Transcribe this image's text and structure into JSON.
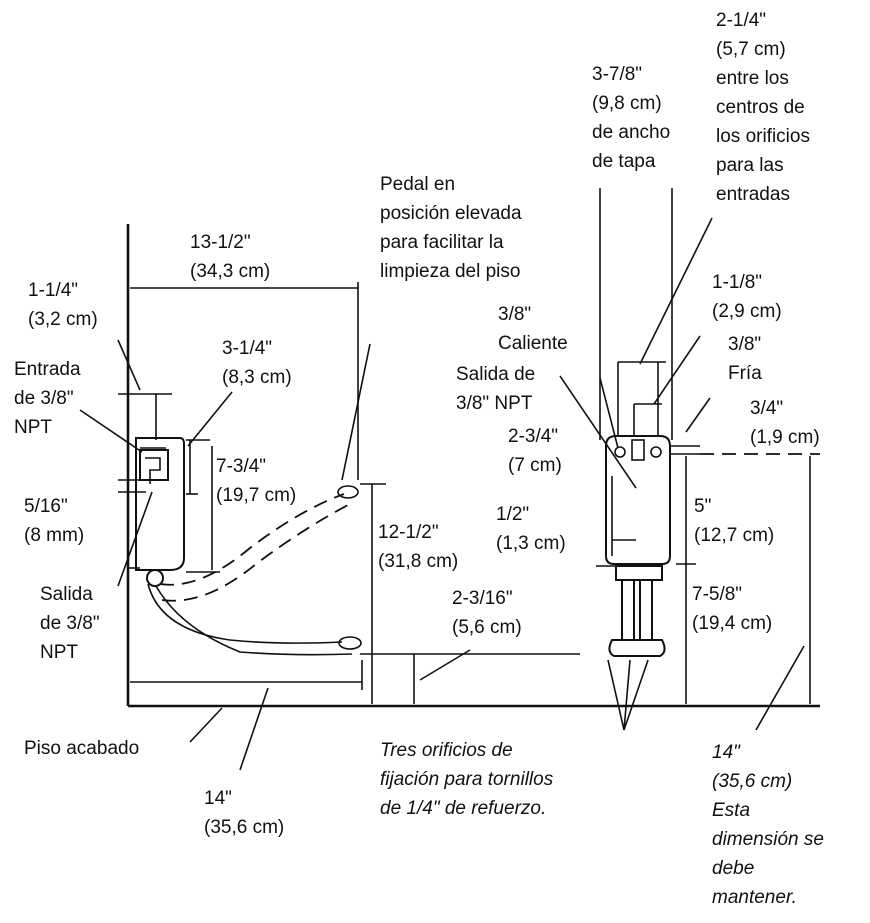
{
  "labels": {
    "dim_13_half": "13-1/2\"\n(34,3 cm)",
    "dim_1_quarter": "1-1/4\"\n(3,2 cm)",
    "entrada": "Entrada\nde 3/8\"\nNPT",
    "dim_3_quarter": "3-1/4\"\n(8,3 cm)",
    "dim_7_3_4": "7-3/4\"\n(19,7 cm)",
    "dim_5_16": "5/16\"\n(8 mm)",
    "salida_left": "Salida\nde 3/8\"\nNPT",
    "pedal_note": "Pedal en\nposición elevada\npara facilitar la\nlimpieza del piso",
    "dim_12_half": "12-1/2\"\n(31,8 cm)",
    "dim_2_3_16": "2-3/16\"\n(5,6 cm)",
    "piso": "Piso acabado",
    "dim_14_left": "14\"\n(35,6 cm)",
    "dim_3_7_8": "3-7/8\"\n(9,8 cm)\nde ancho\nde tapa",
    "dim_2_1_4": "2-1/4\"\n(5,7 cm)\nentre los\ncentros de\nlos orificios\npara las\nentradas",
    "caliente": "3/8\"\nCaliente",
    "salida_right": "Salida de\n3/8\" NPT",
    "dim_1_1_8": "1-1/8\"\n(2,9 cm)",
    "fria": "3/8\"\nFría",
    "dim_3_4": "3/4\"\n(1,9 cm)",
    "dim_2_3_4": "2-3/4\"\n(7 cm)",
    "dim_half": "1/2\"\n(1,3 cm)",
    "dim_5": "5\"\n(12,7 cm)",
    "dim_7_5_8": "7-5/8\"\n(19,4 cm)",
    "tres_orificios": "Tres orificios de\nfijación para tornillos\nde 1/4\" de refuerzo.",
    "dim_14_right": "14\"\n(35,6 cm)\nEsta\ndimensión se\ndebe\nmantener."
  }
}
